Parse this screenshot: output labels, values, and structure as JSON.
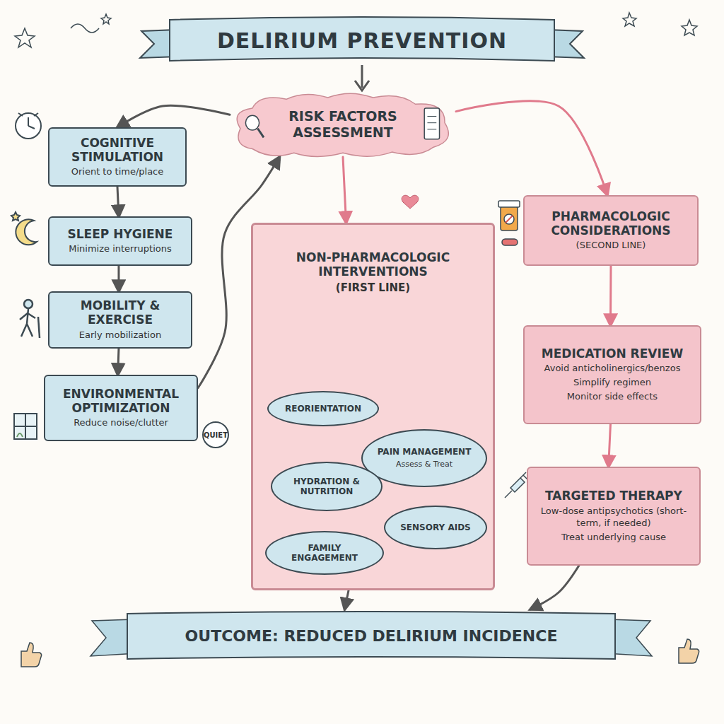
{
  "diagram": {
    "title": "DELIRIUM PREVENTION",
    "nodes": [
      {
        "text": [
          "RISK FACTORS ASSESSMENT"
        ]
      },
      {
        "text": [
          "COGNITIVE STIMULATION",
          "Orient to time/place"
        ]
      },
      {
        "text": [
          "SLEEP HYGIENE",
          "Minimize interruptions"
        ]
      },
      {
        "text": [
          "MOBILITY & EXERCISE",
          "Early mobilization"
        ]
      },
      {
        "text": [
          "ENVIRONMENTAL OPTIMIZATION",
          "Reduce noise/clutter"
        ]
      },
      {
        "text": [
          "NON-PHARMACOLOGIC INTERVENTIONS",
          "(FIRST LINE)"
        ]
      },
      {
        "text": [
          "REORIENTATION"
        ],
        "in": 5
      },
      {
        "text": [
          "PAIN MANAGEMENT",
          "Assess & Treat"
        ],
        "in": 5
      },
      {
        "text": [
          "HYDRATION & NUTRITION"
        ],
        "in": 5
      },
      {
        "text": [
          "SENSORY AIDS"
        ],
        "in": 5
      },
      {
        "text": [
          "FAMILY ENGAGEMENT"
        ],
        "in": 5
      },
      {
        "text": [
          "PHARMACOLOGIC CONSIDERATIONS",
          "(SECOND LINE)"
        ]
      },
      {
        "text": [
          "MEDICATION REVIEW",
          "Avoid anticholinergics/benzos",
          "Simplify regimen",
          "Monitor side effects"
        ]
      },
      {
        "text": [
          "TARGETED THERAPY",
          "Low-dose antipsychotics (short-term, if needed)",
          "Treat underlying cause"
        ]
      },
      {
        "text": [
          "OUTCOME: REDUCED DELIRIUM INCIDENCE"
        ]
      }
    ],
    "edges": [
      {
        "from": 0,
        "to": 1,
        "arrow": "to"
      },
      {
        "from": 0,
        "to": 5,
        "arrow": "to"
      },
      {
        "from": 0,
        "to": 11,
        "arrow": "to"
      },
      {
        "from": 1,
        "to": 2,
        "arrow": "to"
      },
      {
        "from": 2,
        "to": 3,
        "arrow": "to"
      },
      {
        "from": 3,
        "to": 4,
        "arrow": "to"
      },
      {
        "from": 4,
        "to": 0,
        "arrow": "to"
      },
      {
        "from": 11,
        "to": 12,
        "arrow": "to"
      },
      {
        "from": 12,
        "to": 13,
        "arrow": "to"
      },
      {
        "from": 5,
        "to": 14,
        "arrow": "to"
      },
      {
        "from": 13,
        "to": 14,
        "arrow": "to"
      }
    ],
    "labels": [
      "QUIET"
    ]
  }
}
